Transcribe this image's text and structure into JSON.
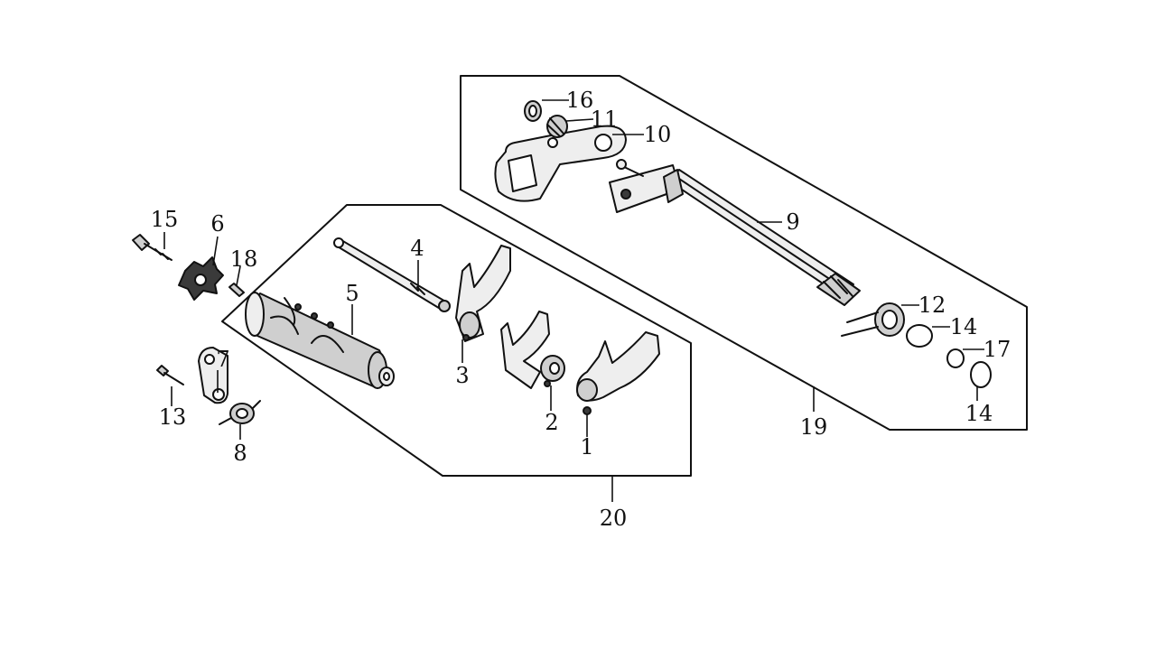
{
  "callouts": {
    "c1": "1",
    "c2": "2",
    "c3": "3",
    "c4": "4",
    "c5": "5",
    "c6": "6",
    "c7": "7",
    "c8": "8",
    "c9": "9",
    "c10": "10",
    "c11": "11",
    "c12": "12",
    "c13": "13",
    "c14a": "14",
    "c14b": "14",
    "c15": "15",
    "c16": "16",
    "c17": "17",
    "c18": "18",
    "c19": "19",
    "c20": "20"
  }
}
